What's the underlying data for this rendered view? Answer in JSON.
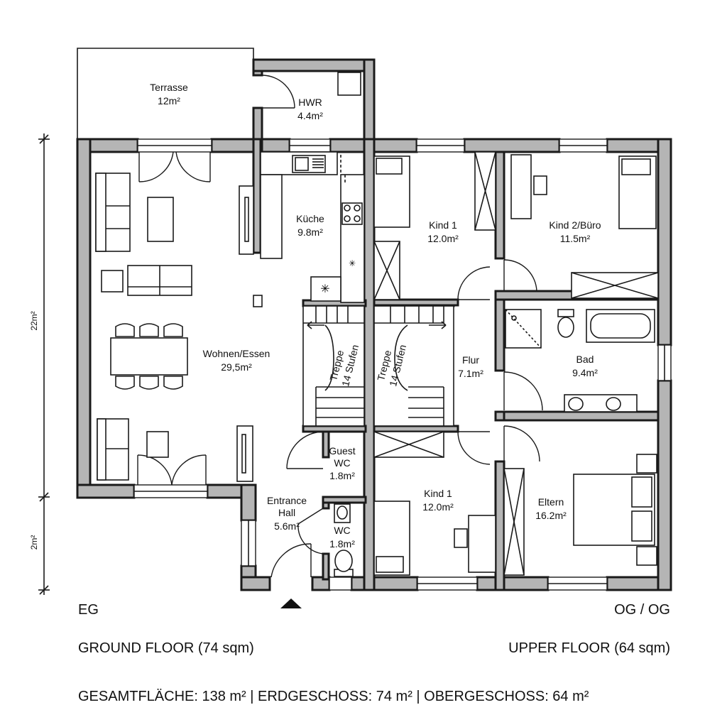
{
  "rooms": {
    "terrasse": {
      "name": "Terrasse",
      "area": "12m²"
    },
    "hwr": {
      "name": "HWR",
      "area": "4.4m²"
    },
    "kueche": {
      "name": "Küche",
      "area": "9.8m²"
    },
    "wohnen": {
      "name": "Wohnen/Essen",
      "area": "29,5m²"
    },
    "treppe_eg": {
      "name": "Treppe",
      "steps": "14 Stufen"
    },
    "treppe_og": {
      "name": "Treppe",
      "steps": "14 Stufen"
    },
    "guest_wc": {
      "line1": "Guest",
      "line2": "WC",
      "area": "1.8m²"
    },
    "entrance": {
      "line1": "Entrance",
      "line2": "Hall",
      "area": "5.6m²"
    },
    "wc": {
      "name": "WC",
      "area": "1.8m²"
    },
    "kind1_top": {
      "name": "Kind 1",
      "area": "12.0m²"
    },
    "kind2": {
      "name": "Kind 2/Büro",
      "area": "11.5m²"
    },
    "flur": {
      "name": "Flur",
      "area": "7.1m²"
    },
    "bad": {
      "name": "Bad",
      "area": "9.4m²"
    },
    "kind1_bottom": {
      "name": "Kind 1",
      "area": "12.0m²"
    },
    "eltern": {
      "name": "Eltern",
      "area": "16.2m²"
    }
  },
  "dimensions": {
    "total_height": "22m²",
    "lower_segment": "2m²"
  },
  "captions": {
    "eg": "EG",
    "og": "OG / OG",
    "ground_floor": "GROUND FLOOR (74 sqm)",
    "upper_floor": "UPPER FLOOR (64 sqm)",
    "summary": "GESAMTFLÄCHE: 138 m² | ERDGESCHOSS: 74 m² | OBERGESCHOSS: 64 m²"
  }
}
